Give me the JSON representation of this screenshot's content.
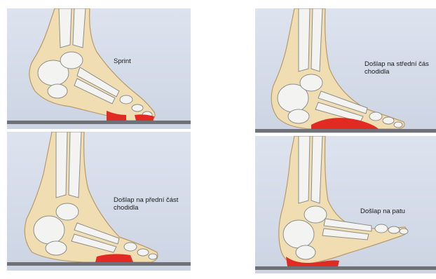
{
  "panels": [
    {
      "label": "Sprint",
      "highlight": "toes"
    },
    {
      "label": "Došlap na přední část\nchodidla",
      "highlight": "forefoot"
    },
    {
      "label": "Došlap na střední čás\nchodidla",
      "highlight": "midfoot"
    },
    {
      "label": "Došlap na patu",
      "highlight": "heel"
    }
  ],
  "colors": {
    "panel_background": "#d6dce9",
    "ground": "#6f7176",
    "skin": "#f1ddb2",
    "bone": "#f3f4f2",
    "contact": "#e02a22"
  }
}
